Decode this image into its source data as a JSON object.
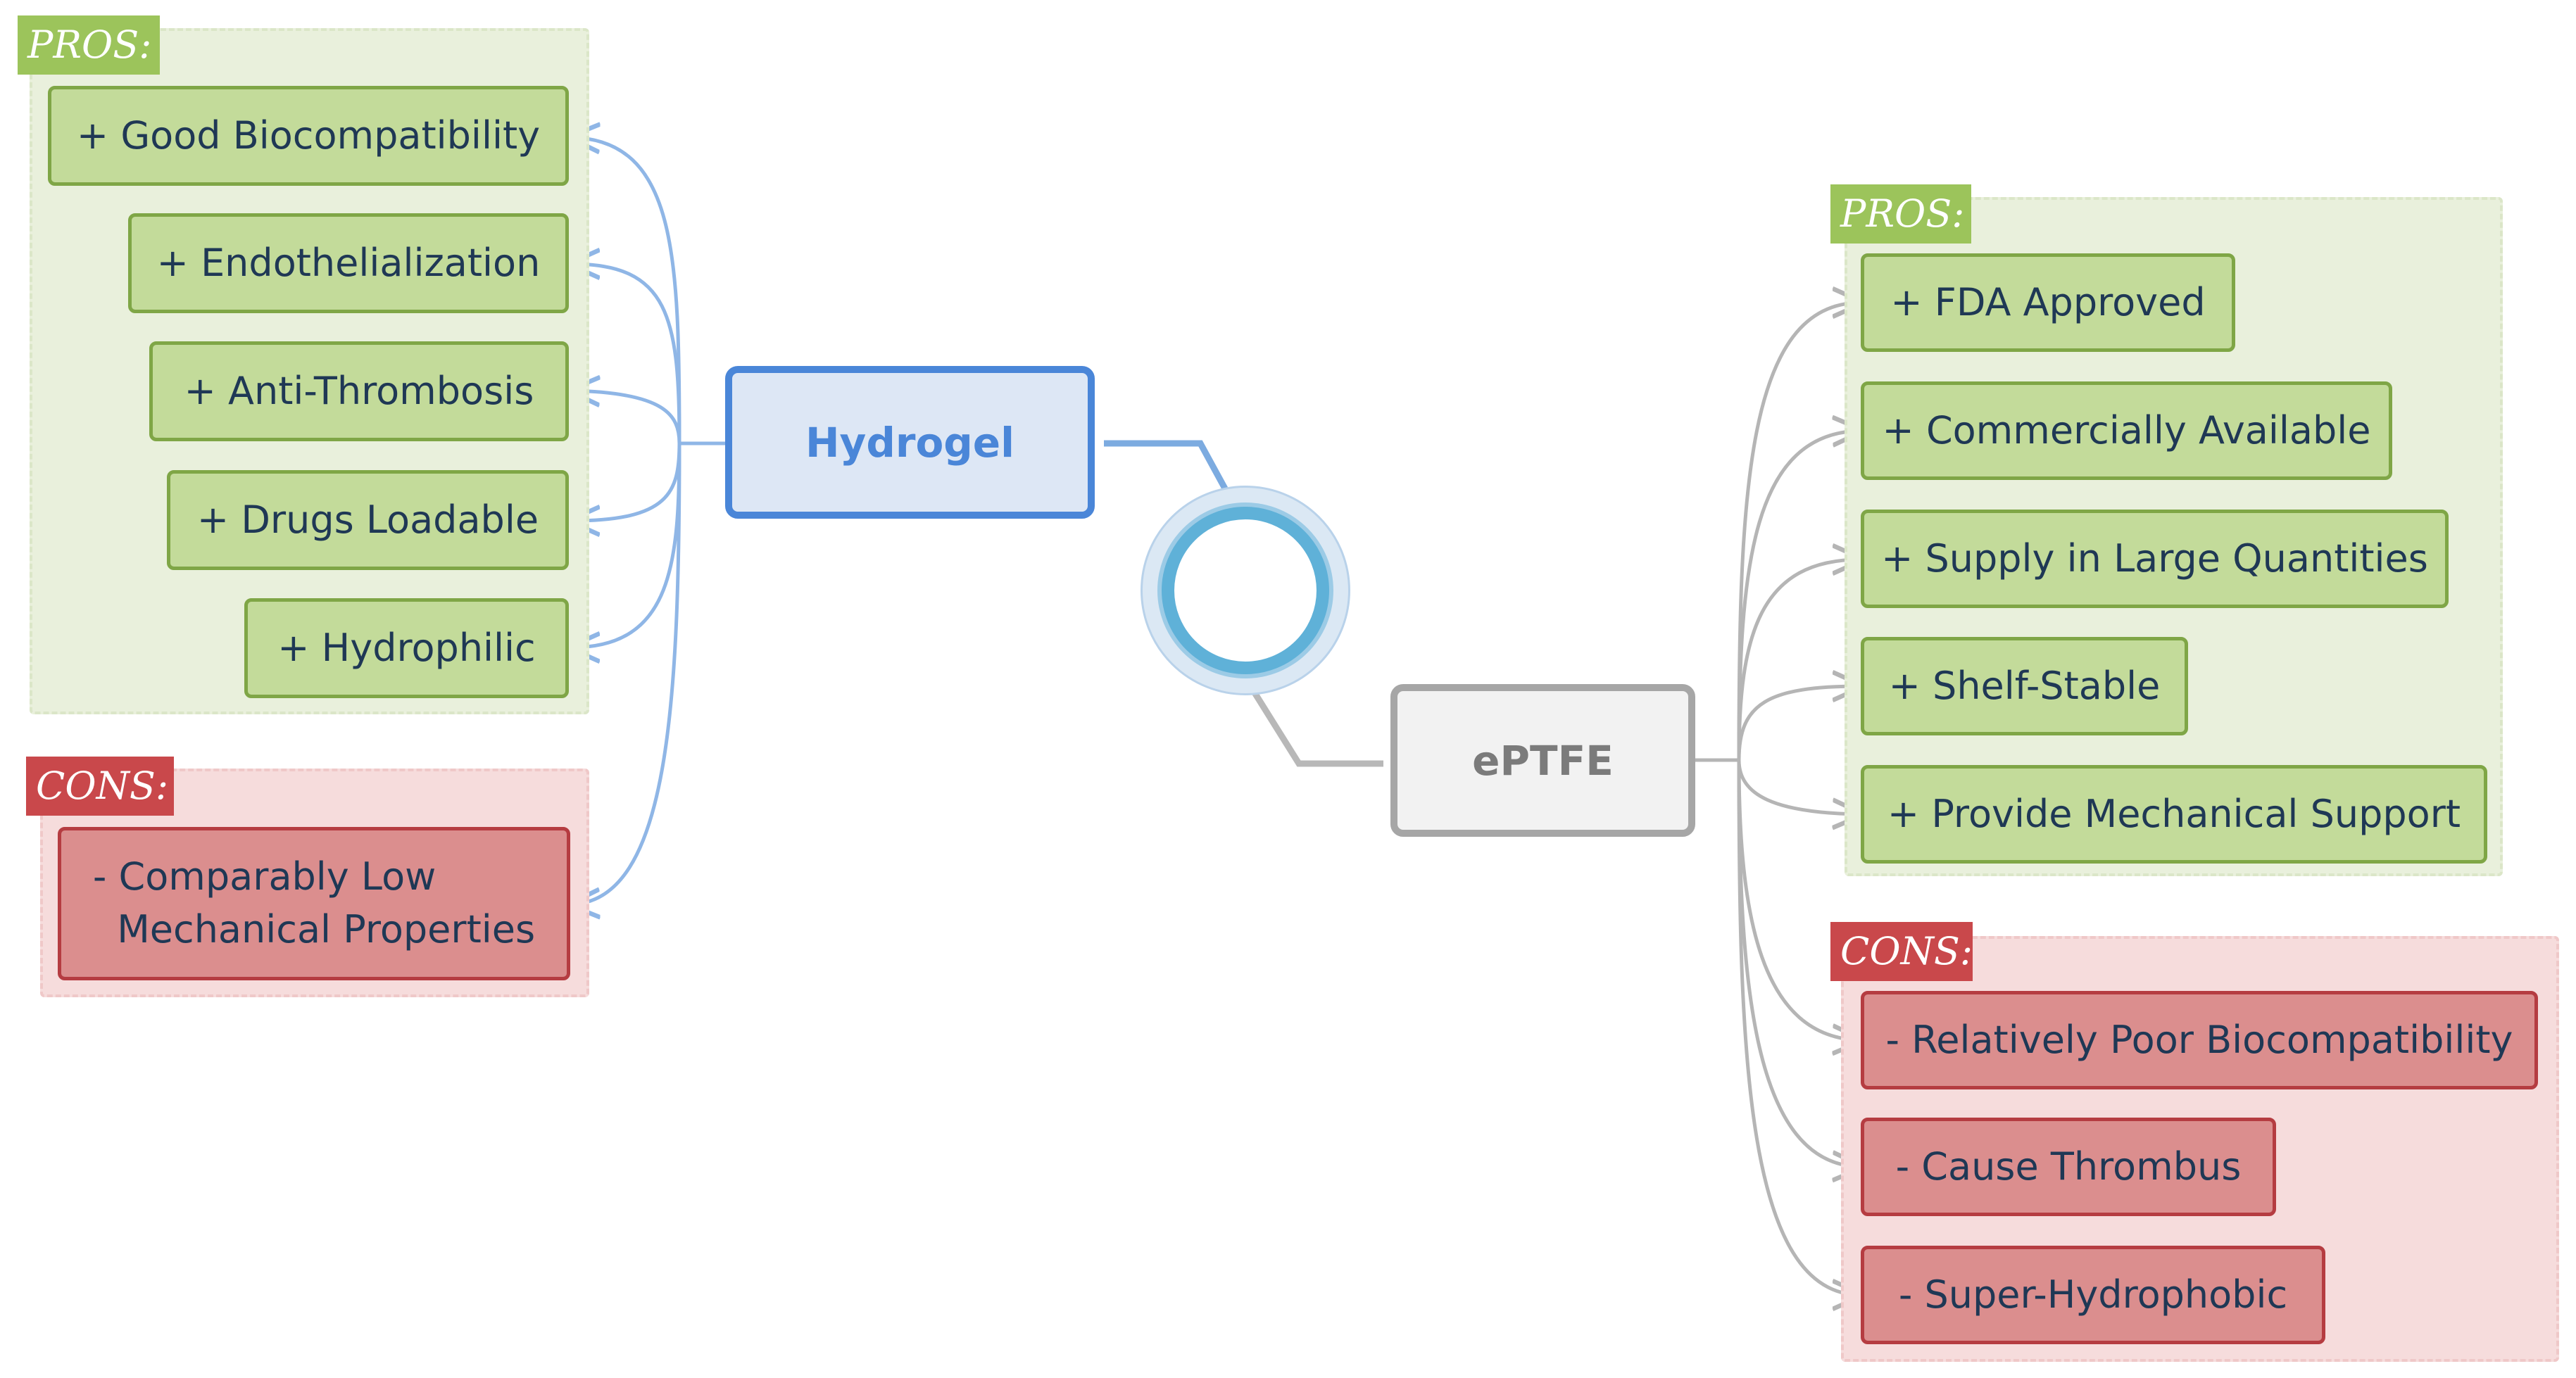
{
  "colors": {
    "hydrogel_accent": "#4a86d8",
    "eptfe_accent": "#a6a6a6",
    "pros_fill": "#c3db9a",
    "pros_border": "#7fa646",
    "cons_fill": "#db8e8e",
    "cons_border": "#b53c41",
    "item_text": "#1f3855"
  },
  "center": {
    "icon": "ring-icon"
  },
  "hydrogel": {
    "title": "Hydrogel",
    "pros_label": "PROS:",
    "pros": [
      "+ Good Biocompatibility",
      "+ Endothelialization",
      "+ Anti-Thrombosis",
      "+ Drugs Loadable",
      "+ Hydrophilic"
    ],
    "cons_label": "CONS:",
    "cons": [
      "- Comparably Low\n  Mechanical Properties"
    ]
  },
  "eptfe": {
    "title": "ePTFE",
    "pros_label": "PROS:",
    "pros": [
      "+ FDA Approved",
      "+ Commercially Available",
      "+ Supply in Large Quantities",
      "+ Shelf-Stable",
      "+ Provide Mechanical Support"
    ],
    "cons_label": "CONS:",
    "cons": [
      "- Relatively Poor Biocompatibility",
      "- Cause Thrombus",
      "- Super-Hydrophobic"
    ]
  }
}
